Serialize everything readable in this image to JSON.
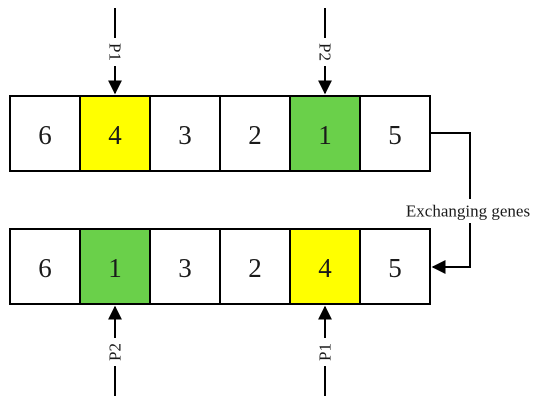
{
  "colors": {
    "first_selected": "#ffff00",
    "second_selected": "#6ad04a",
    "plain": "#ffffff",
    "stroke": "#000000"
  },
  "parent": {
    "genes": [
      "6",
      "4",
      "3",
      "2",
      "1",
      "5"
    ],
    "highlight": [
      null,
      "first_selected",
      null,
      null,
      "second_selected",
      null
    ]
  },
  "offspring": {
    "genes": [
      "6",
      "1",
      "3",
      "2",
      "4",
      "5"
    ],
    "highlight": [
      null,
      "second_selected",
      null,
      null,
      "first_selected",
      null
    ]
  },
  "pointers": {
    "top": [
      "P1",
      "P2"
    ],
    "bottom": [
      "P2",
      "P1"
    ]
  },
  "note": "Exchanging genes"
}
